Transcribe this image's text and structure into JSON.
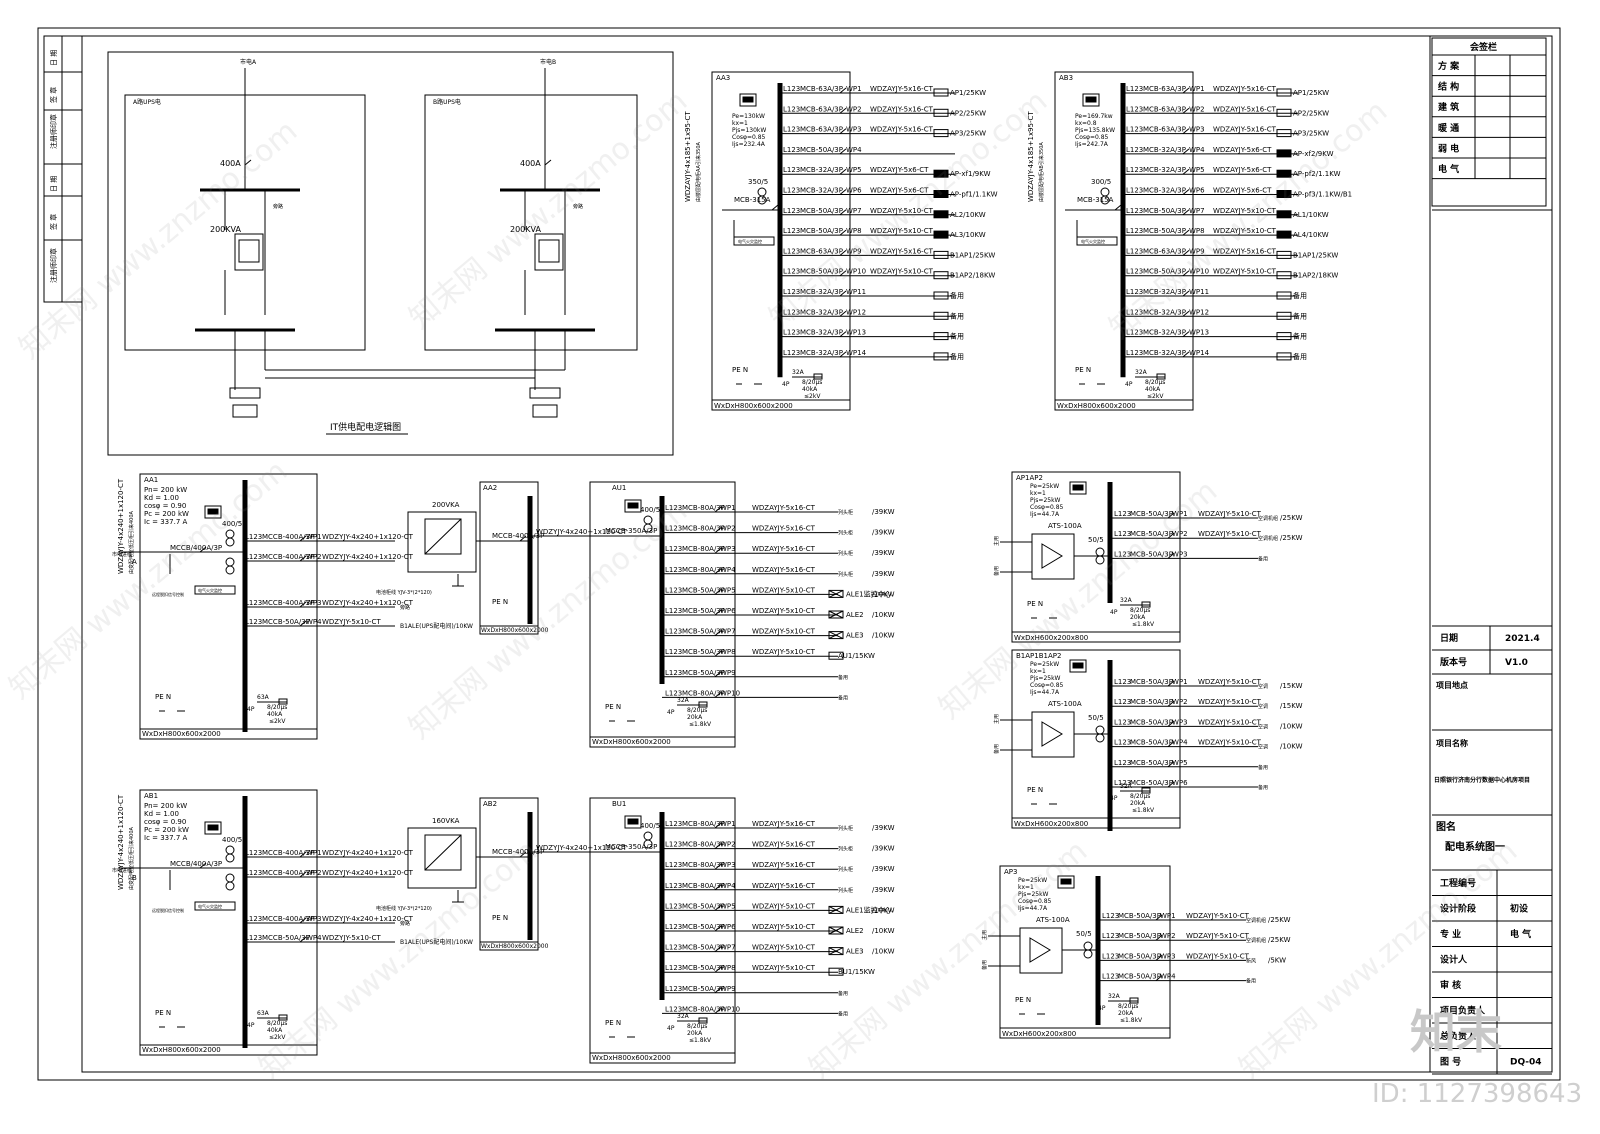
{
  "watermark": {
    "site": "知末网 www.znzmo.com",
    "logo": "知末",
    "id_text": "ID: 1127398643"
  },
  "sidebar_left": {
    "labels": [
      "日 期",
      "签 章",
      "注册师印章",
      "日 期",
      "签 章",
      "注册师印章"
    ]
  },
  "sign_table": {
    "title": "会签栏",
    "rows": [
      "方 案",
      "结 构",
      "建 筑",
      "暖 通",
      "弱 电",
      "电 气"
    ]
  },
  "title_block": {
    "date_label": "日期",
    "date_value": "2021.4",
    "version_label": "版本号",
    "version_value": "V1.0",
    "location_label": "项目地点",
    "project_label": "项目名称",
    "project_value": "日照银行济南分行数据中心机房项目",
    "drawing_label": "图名",
    "drawing_value": "配电系统图一",
    "job_no_label": "工程编号",
    "stage_label": "设计阶段",
    "stage_value": "初设",
    "discipline_label": "专 业",
    "discipline_value": "电 气",
    "designer_label": "设计人",
    "review_label": "审 核",
    "pm_label": "项目负责人",
    "chief_label": "总负责人",
    "no_label": "图 号",
    "no_value": "DQ-04"
  },
  "it_diagram": {
    "title": "IT供电配电逻辑图",
    "sides": [
      {
        "source": "市电A",
        "room": "A路UPS电",
        "breaker": "400A",
        "transformer": "200KVA",
        "note": "旁路"
      },
      {
        "source": "市电B",
        "room": "B路UPS电",
        "breaker": "400A",
        "transformer": "200KVA",
        "note": "旁路"
      }
    ]
  },
  "panels": {
    "AA3": {
      "name": "AA3",
      "params": [
        "Pe=130kW",
        "kx=1",
        "Pjs=130kW",
        "Cosφ=0.85",
        "Ijs=232.4A"
      ],
      "incoming": "WDZAYJY-4x185+1x95-CT",
      "incoming_note": "由楼层配电柜AA引来350A",
      "main_breaker": "MCB-315A",
      "ct": "350/5",
      "meter_note": "电气火灾监控",
      "circuits": [
        {
          "phase": "L123",
          "breaker": "MCB-63A/3P",
          "id": "WP1",
          "cable": "WDZAYJY-5x16-CT",
          "load": "AP1/25KW"
        },
        {
          "phase": "L123",
          "breaker": "MCB-63A/3P",
          "id": "WP2",
          "cable": "WDZAYJY-5x16-CT",
          "load": "AP2/25KW"
        },
        {
          "phase": "L123",
          "breaker": "MCB-63A/3P",
          "id": "WP3",
          "cable": "WDZAYJY-5x16-CT",
          "load": "AP3/25KW"
        },
        {
          "phase": "L123",
          "breaker": "MCB-50A/3P",
          "id": "WP4",
          "cable": "",
          "load": ""
        },
        {
          "phase": "L123",
          "breaker": "MCB-32A/3P",
          "id": "WP5",
          "cable": "WDZAYJY-5x6-CT",
          "load": "AP-xf1/9KW"
        },
        {
          "phase": "L123",
          "breaker": "MCB-32A/3P",
          "id": "WP6",
          "cable": "WDZAYJY-5x6-CT",
          "load": "AP-pf1/1.1KW"
        },
        {
          "phase": "L123",
          "breaker": "MCB-50A/3P",
          "id": "WP7",
          "cable": "WDZAYJY-5x10-CT",
          "load": "AL2/10KW"
        },
        {
          "phase": "L123",
          "breaker": "MCB-50A/3P",
          "id": "WP8",
          "cable": "WDZAYJY-5x10-CT",
          "load": "AL3/10KW"
        },
        {
          "phase": "L123",
          "breaker": "MCB-63A/3P",
          "id": "WP9",
          "cable": "WDZAYJY-5x16-CT",
          "load": "B1AP1/25KW"
        },
        {
          "phase": "L123",
          "breaker": "MCB-50A/3P",
          "id": "WP10",
          "cable": "WDZAYJY-5x10-CT",
          "load": "B1AP2/18KW"
        },
        {
          "phase": "L123",
          "breaker": "MCB-32A/3P",
          "id": "WP11",
          "cable": "",
          "load": "备用"
        },
        {
          "phase": "L123",
          "breaker": "MCB-32A/3P",
          "id": "WP12",
          "cable": "",
          "load": "备用"
        },
        {
          "phase": "L123",
          "breaker": "MCB-32A/3P",
          "id": "WP13",
          "cable": "",
          "load": "备用"
        },
        {
          "phase": "L123",
          "breaker": "MCB-32A/3P",
          "id": "WP14",
          "cable": "",
          "load": "备用"
        }
      ],
      "pe_n": "PE N",
      "spd": [
        "32A",
        "4P",
        "8/20μs",
        "40kA",
        "≤2kV"
      ],
      "size": "WxDxH800x600x2000"
    },
    "AB3": {
      "name": "AB3",
      "params": [
        "Pe=169.7kw",
        "kx=0.8",
        "Pjs=135.8kW",
        "Cosφ=0.85",
        "Ijs=242.7A"
      ],
      "incoming": "WDZAYJY-4x185+1x95-CT",
      "incoming_note": "由楼层配电柜AB引来350A",
      "main_breaker": "MCB-315A",
      "ct": "300/5",
      "meter_note": "电气火灾监控",
      "circuits": [
        {
          "phase": "L123",
          "breaker": "MCB-63A/3P",
          "id": "WP1",
          "cable": "WDZAYJY-5x16-CT",
          "load": "AP1/25KW"
        },
        {
          "phase": "L123",
          "breaker": "MCB-63A/3P",
          "id": "WP2",
          "cable": "WDZAYJY-5x16-CT",
          "load": "AP2/25KW"
        },
        {
          "phase": "L123",
          "breaker": "MCB-63A/3P",
          "id": "WP3",
          "cable": "WDZAYJY-5x16-CT",
          "load": "AP3/25KW"
        },
        {
          "phase": "L123",
          "breaker": "MCB-32A/3P",
          "id": "WP4",
          "cable": "WDZAYJY-5x6-CT",
          "load": "AP-xf2/9KW"
        },
        {
          "phase": "L123",
          "breaker": "MCB-32A/3P",
          "id": "WP5",
          "cable": "WDZAYJY-5x6-CT",
          "load": "AP-pf2/1.1KW"
        },
        {
          "phase": "L123",
          "breaker": "MCB-32A/3P",
          "id": "WP6",
          "cable": "WDZAYJY-5x6-CT",
          "load": "AP-pf3/1.1KW/B1"
        },
        {
          "phase": "L123",
          "breaker": "MCB-50A/3P",
          "id": "WP7",
          "cable": "WDZAYJY-5x10-CT",
          "load": "AL1/10KW"
        },
        {
          "phase": "L123",
          "breaker": "MCB-50A/3P",
          "id": "WP8",
          "cable": "WDZAYJY-5x10-CT",
          "load": "AL4/10KW"
        },
        {
          "phase": "L123",
          "breaker": "MCB-63A/3P",
          "id": "WP9",
          "cable": "WDZAYJY-5x16-CT",
          "load": "B1AP1/25KW"
        },
        {
          "phase": "L123",
          "breaker": "MCB-50A/3P",
          "id": "WP10",
          "cable": "WDZAYJY-5x10-CT",
          "load": "B1AP2/18KW"
        },
        {
          "phase": "L123",
          "breaker": "MCB-32A/3P",
          "id": "WP11",
          "cable": "",
          "load": "备用"
        },
        {
          "phase": "L123",
          "breaker": "MCB-32A/3P",
          "id": "WP12",
          "cable": "",
          "load": "备用"
        },
        {
          "phase": "L123",
          "breaker": "MCB-32A/3P",
          "id": "WP13",
          "cable": "",
          "load": "备用"
        },
        {
          "phase": "L123",
          "breaker": "MCB-32A/3P",
          "id": "WP14",
          "cable": "",
          "load": "备用"
        }
      ],
      "pe_n": "PE N",
      "spd": [
        "32A",
        "4P",
        "8/20μs",
        "40kA",
        "≤2kV"
      ],
      "size": "WxDxH800x600x2000"
    },
    "AA1": {
      "name": "AA1",
      "params": [
        "Pn= 200 kW",
        "Kd = 1.00",
        "cosφ = 0.90",
        "Pc = 200   kW",
        "Ic = 337.7   A"
      ],
      "incoming": "WDZAYJY-4x240+1x120-CT",
      "incoming_note": "由变配电室低压柜引来400A",
      "main_breaker": "MCCB/400A/3P",
      "ct": "400/5",
      "source_label": "市电进线",
      "side": "A",
      "meter_note": "电气火灾监控",
      "remote_note": "远程脱扣信号控制",
      "circuits": [
        {
          "phase": "L123",
          "breaker": "MCCB-400A/3P",
          "id": "WP1",
          "cable": "WDZYJY-4x240+1x120-CT",
          "load": ""
        },
        {
          "phase": "L123",
          "breaker": "MCCB-400A/3P",
          "id": "WP2",
          "cable": "WDZYJY-4x240+1x120-CT",
          "load": ""
        },
        {
          "phase": "L123",
          "breaker": "MCCB-400A/3P",
          "id": "WP3",
          "cable": "WDZYJY-4x240+1x120-CT",
          "load": "旁路"
        },
        {
          "phase": "L123",
          "breaker": "MCCB-50A/3P",
          "id": "WP4",
          "cable": "WDZYJY-5x10-CT",
          "load": "B1ALE(UPS配电间)/10KW"
        }
      ],
      "battery_cable": "电池柜线 YJV-3*(2*120)",
      "pe_n": "PE N",
      "spd": [
        "63A",
        "4P",
        "8/20μs",
        "40kA",
        "≤2kV"
      ],
      "size": "WxDxH800x600x2000"
    },
    "AA2": {
      "name": "AA2",
      "ups": "200VKA",
      "breaker": "MCCB-400A/3P",
      "cable": "WDZYJY-4x240+1x120-CT",
      "pe_n": "PE N",
      "size": "WxDxH800x600x2000"
    },
    "AU1": {
      "name": "AU1",
      "main_breaker": "MCCB-350A/3P",
      "ct": "400/5",
      "circuits": [
        {
          "phase": "L123",
          "breaker": "MCB-80A/3P",
          "id": "WP1",
          "cable": "WDZAYJY-5x16-CT",
          "label": "列头柜",
          "load": "/39KW"
        },
        {
          "phase": "L123",
          "breaker": "MCB-80A/3P",
          "id": "WP2",
          "cable": "WDZAYJY-5x16-CT",
          "label": "列头柜",
          "load": "/39KW"
        },
        {
          "phase": "L123",
          "breaker": "MCB-80A/3P",
          "id": "WP3",
          "cable": "WDZAYJY-5x16-CT",
          "label": "列头柜",
          "load": "/39KW"
        },
        {
          "phase": "L123",
          "breaker": "MCB-80A/3P",
          "id": "WP4",
          "cable": "WDZAYJY-5x16-CT",
          "label": "列头柜",
          "load": "/39KW"
        },
        {
          "phase": "L123",
          "breaker": "MCB-50A/3P",
          "id": "WP5",
          "cable": "WDZAYJY-5x10-CT",
          "label": "ALE1监控中心",
          "load": "/10KW"
        },
        {
          "phase": "L123",
          "breaker": "MCB-50A/3P",
          "id": "WP6",
          "cable": "WDZAYJY-5x10-CT",
          "label": "ALE2",
          "load": "/10KW"
        },
        {
          "phase": "L123",
          "breaker": "MCB-50A/3P",
          "id": "WP7",
          "cable": "WDZAYJY-5x10-CT",
          "label": "ALE3",
          "load": "/10KW"
        },
        {
          "phase": "L123",
          "breaker": "MCB-50A/3P",
          "id": "WP8",
          "cable": "WDZAYJY-5x10-CT",
          "label": "AU1/15KW",
          "load": ""
        },
        {
          "phase": "L123",
          "breaker": "MCB-50A/3P",
          "id": "WP9",
          "cable": "",
          "label": "备用",
          "load": ""
        },
        {
          "phase": "L123",
          "breaker": "MCB-80A/3P",
          "id": "WP10",
          "cable": "",
          "label": "备用",
          "load": ""
        }
      ],
      "pe_n": "PE N",
      "spd": [
        "32A",
        "4P",
        "8/20μs",
        "20kA",
        "≤1.8kV"
      ],
      "size": "WxDxH800x600x2000"
    },
    "AB1": {
      "name": "AB1",
      "params": [
        "Pn= 200 kW",
        "Kd = 1.00",
        "cosφ = 0.90",
        "Pc = 200   kW",
        "Ic = 337.7   A"
      ],
      "incoming": "WDZAYJY-4x240+1x120-CT",
      "incoming_note": "由变配电室低压柜引来400A",
      "main_breaker": "MCCB/400A/3P",
      "ct": "400/5",
      "source_label": "市电进线",
      "side": "B",
      "meter_note": "电气火灾监控",
      "remote_note": "远程脱扣信号控制",
      "circuits": [
        {
          "phase": "L123",
          "breaker": "MCCB-400A/3P",
          "id": "WP1",
          "cable": "WDZYJY-4x240+1x120-CT",
          "load": ""
        },
        {
          "phase": "L123",
          "breaker": "MCCB-400A/3P",
          "id": "WP2",
          "cable": "WDZYJY-4x240+1x120-CT",
          "load": ""
        },
        {
          "phase": "L123",
          "breaker": "MCCB-400A/3P",
          "id": "WP3",
          "cable": "WDZYJY-4x240+1x120-CT",
          "load": "旁路"
        },
        {
          "phase": "L123",
          "breaker": "MCCB-50A/3P",
          "id": "WP4",
          "cable": "WDZYJY-5x10-CT",
          "load": "B1ALE(UPS配电间)/10KW"
        }
      ],
      "battery_cable": "电池柜线 YJV-3*(2*120)",
      "pe_n": "PE N",
      "spd": [
        "63A",
        "4P",
        "8/20μs",
        "40kA",
        "≤2kV"
      ],
      "size": "WxDxH800x600x2000"
    },
    "AB2": {
      "name": "AB2",
      "ups": "160VKA",
      "breaker": "MCCB-400A/3P",
      "cable": "WDZYJY-4x240+1x120-CT",
      "pe_n": "PE N",
      "size": "WxDxH800x600x2000"
    },
    "BU1": {
      "name": "BU1",
      "main_breaker": "MCCB-350A/3P",
      "ct": "400/5",
      "circuits": [
        {
          "phase": "L123",
          "breaker": "MCB-80A/3P",
          "id": "WP1",
          "cable": "WDZAYJY-5x16-CT",
          "label": "列头柜",
          "load": "/39KW"
        },
        {
          "phase": "L123",
          "breaker": "MCB-80A/3P",
          "id": "WP2",
          "cable": "WDZAYJY-5x16-CT",
          "label": "列头柜",
          "load": "/39KW"
        },
        {
          "phase": "L123",
          "breaker": "MCB-80A/3P",
          "id": "WP3",
          "cable": "WDZAYJY-5x16-CT",
          "label": "列头柜",
          "load": "/39KW"
        },
        {
          "phase": "L123",
          "breaker": "MCB-80A/3P",
          "id": "WP4",
          "cable": "WDZAYJY-5x16-CT",
          "label": "列头柜",
          "load": "/39KW"
        },
        {
          "phase": "L123",
          "breaker": "MCB-50A/3P",
          "id": "WP5",
          "cable": "WDZAYJY-5x10-CT",
          "label": "ALE1监控中心",
          "load": "/10KW"
        },
        {
          "phase": "L123",
          "breaker": "MCB-50A/3P",
          "id": "WP6",
          "cable": "WDZAYJY-5x10-CT",
          "label": "ALE2",
          "load": "/10KW"
        },
        {
          "phase": "L123",
          "breaker": "MCB-50A/3P",
          "id": "WP7",
          "cable": "WDZAYJY-5x10-CT",
          "label": "ALE3",
          "load": "/10KW"
        },
        {
          "phase": "L123",
          "breaker": "MCB-50A/3P",
          "id": "WP8",
          "cable": "WDZAYJY-5x10-CT",
          "label": "BU1/15KW",
          "load": ""
        },
        {
          "phase": "L123",
          "breaker": "MCB-50A/3P",
          "id": "WP9",
          "cable": "",
          "label": "备用",
          "load": ""
        },
        {
          "phase": "L123",
          "breaker": "MCB-80A/3P",
          "id": "WP10",
          "cable": "",
          "label": "备用",
          "load": ""
        }
      ],
      "pe_n": "PE N",
      "spd": [
        "32A",
        "4P",
        "8/20μs",
        "20kA",
        "≤1.8kV"
      ],
      "size": "WxDxH800x600x2000"
    },
    "AP1AP2": {
      "name": "AP1AP2",
      "params": [
        "Pe=25kW",
        "kx=1",
        "Pjs=25kW",
        "Cosφ=0.85",
        "Ijs=44.7A"
      ],
      "ats": "ATS-100A",
      "ct": "50/5",
      "sources": [
        "主用",
        "备用"
      ],
      "circuits": [
        {
          "phase": "L123",
          "breaker": "MCB-50A/3P",
          "id": "WP1",
          "cable": "WDZAYJY-5x10-CT",
          "label": "空调机组",
          "load": "/25KW"
        },
        {
          "phase": "L123",
          "breaker": "MCB-50A/3P",
          "id": "WP2",
          "cable": "WDZAYJY-5x10-CT",
          "label": "空调机组",
          "load": "/25KW"
        },
        {
          "phase": "L123",
          "breaker": "MCB-50A/3P",
          "id": "WP3",
          "cable": "",
          "label": "备用",
          "load": ""
        }
      ],
      "pe_n": "PE N",
      "spd": [
        "32A",
        "4P",
        "8/20μs",
        "20kA",
        "≤1.8kV"
      ],
      "size": "WxDxH600x200x800"
    },
    "B1AP1B1AP2": {
      "name": "B1AP1B1AP2",
      "params": [
        "Pe=25kW",
        "kx=1",
        "Pjs=25kW",
        "Cosφ=0.85",
        "Ijs=44.7A"
      ],
      "ats": "ATS-100A",
      "ct": "50/5",
      "sources": [
        "主用",
        "备用"
      ],
      "circuits": [
        {
          "phase": "L123",
          "breaker": "MCB-50A/3P",
          "id": "WP1",
          "cable": "WDZAYJY-5x10-CT",
          "label": "空调",
          "load": "/15KW"
        },
        {
          "phase": "L123",
          "breaker": "MCB-50A/3P",
          "id": "WP2",
          "cable": "WDZAYJY-5x10-CT",
          "label": "空调",
          "load": "/15KW"
        },
        {
          "phase": "L123",
          "breaker": "MCB-50A/3P",
          "id": "WP3",
          "cable": "WDZAYJY-5x10-CT",
          "label": "空调",
          "load": "/10KW"
        },
        {
          "phase": "L123",
          "breaker": "MCB-50A/3P",
          "id": "WP4",
          "cable": "WDZAYJY-5x10-CT",
          "label": "空调",
          "load": "/10KW"
        },
        {
          "phase": "L123",
          "breaker": "MCB-50A/3P",
          "id": "WP5",
          "cable": "",
          "label": "备用",
          "load": ""
        },
        {
          "phase": "L123",
          "breaker": "MCB-50A/3P",
          "id": "WP6",
          "cable": "",
          "label": "备用",
          "load": ""
        }
      ],
      "pe_n": "PE N",
      "spd": [
        "32A",
        "4P",
        "8/20μs",
        "20kA",
        "≤1.8kV"
      ],
      "size": "WxDxH600x200x800"
    },
    "AP3": {
      "name": "AP3",
      "params": [
        "Pe=25kW",
        "kx=1",
        "Pjs=25kW",
        "Cosφ=0.85",
        "Ijs=44.7A"
      ],
      "ats": "ATS-100A",
      "ct": "50/5",
      "sources": [
        "主用",
        "备用"
      ],
      "circuits": [
        {
          "phase": "L123",
          "breaker": "MCB-50A/3P",
          "id": "WP1",
          "cable": "WDZAYJY-5x10-CT",
          "label": "空调机组",
          "load": "/25KW"
        },
        {
          "phase": "L123",
          "breaker": "MCB-50A/3P",
          "id": "WP2",
          "cable": "WDZAYJY-5x10-CT",
          "label": "空调机组",
          "load": "/25KW"
        },
        {
          "phase": "L123",
          "breaker": "MCB-50A/3P",
          "id": "WP3",
          "cable": "WDZAYJY-5x10-CT",
          "label": "新风",
          "load": "/5KW"
        },
        {
          "phase": "L123",
          "breaker": "MCB-50A/3P",
          "id": "WP4",
          "cable": "",
          "label": "备用",
          "load": ""
        }
      ],
      "pe_n": "PE N",
      "spd": [
        "32A",
        "4P",
        "8/20μs",
        "20kA",
        "≤1.8kV"
      ],
      "size": "WxDxH600x200x800"
    }
  }
}
